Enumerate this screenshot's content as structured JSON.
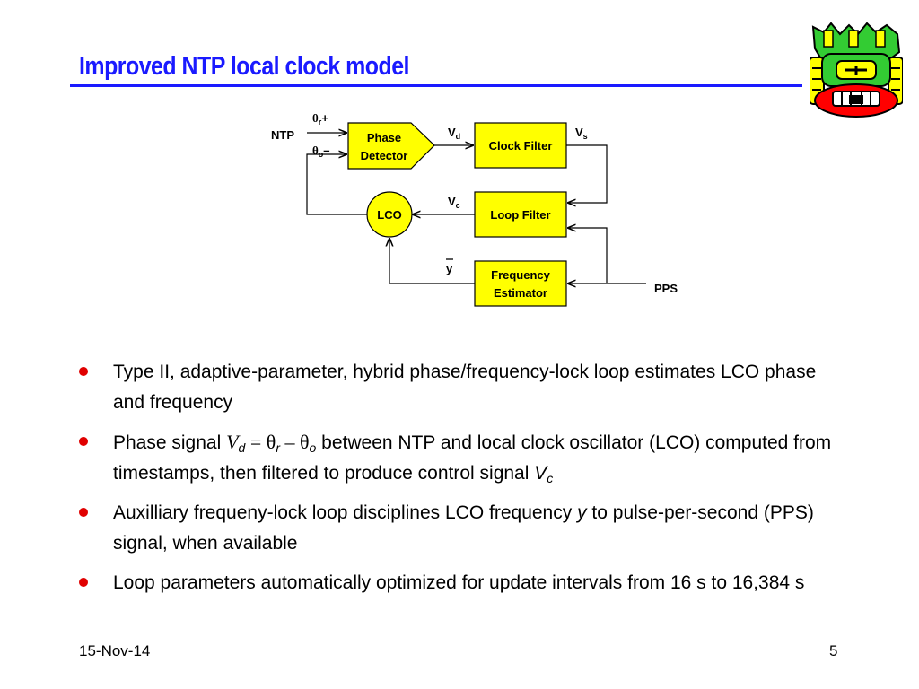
{
  "slide": {
    "title": "Improved  NTP local clock model",
    "date": "15-Nov-14",
    "page": "5"
  },
  "colors": {
    "title": "#1a1aff",
    "block_fill": "#ffff00",
    "bullet": "#e00000"
  },
  "diagram": {
    "ntp_label": "NTP",
    "theta_r_sign": "+",
    "theta_o_sign": "–",
    "phase_detector": [
      "Phase",
      "Detector"
    ],
    "vd": "V",
    "vd_sub": "d",
    "clock_filter": "Clock Filter",
    "vs": "V",
    "vs_sub": "s",
    "lco": "LCO",
    "vc": "V",
    "vc_sub": "c",
    "loop_filter": "Loop Filter",
    "ybar": "y",
    "frequency_estimator": [
      "Frequency",
      "Estimator"
    ],
    "pps_label": "PPS"
  },
  "bullets": {
    "b1": "Type II, adaptive-parameter, hybrid phase/frequency-lock loop estimates LCO phase and frequency",
    "b2_pre": "Phase signal ",
    "b2_post": " between NTP and local clock oscillator (LCO) computed from timestamps, then filtered to produce control signal ",
    "b3_pre": "Auxilliary frequeny-lock loop disciplines LCO frequency ",
    "b3_post": " to pulse-per-second (PPS) signal, when available",
    "b4": "Loop parameters automatically optimized for update intervals from 16 s to 16,384 s"
  },
  "equation": {
    "V": "V",
    "d": "d",
    "eq": " = ",
    "theta_r": "θ",
    "r": "r",
    "minus": " – ",
    "theta_o": "θ",
    "o": "o",
    "Vc": "V",
    "c": "c",
    "y": "y"
  }
}
